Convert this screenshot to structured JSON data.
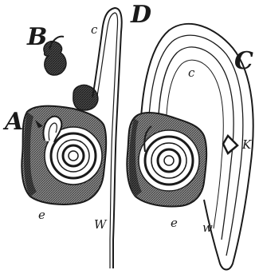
{
  "figure": {
    "labels": {
      "A": "A",
      "B": "B",
      "C": "C",
      "D": "D",
      "c_left": "c",
      "c_right": "c",
      "e_left": "e",
      "e_right": "e",
      "W_middle": "W",
      "w_right": "w",
      "K": "K"
    },
    "colors": {
      "ink": "#1a1a1a",
      "tissue": "#5a5a5a",
      "tissue_light": "#8c8c8c",
      "paper": "#ffffff"
    }
  }
}
